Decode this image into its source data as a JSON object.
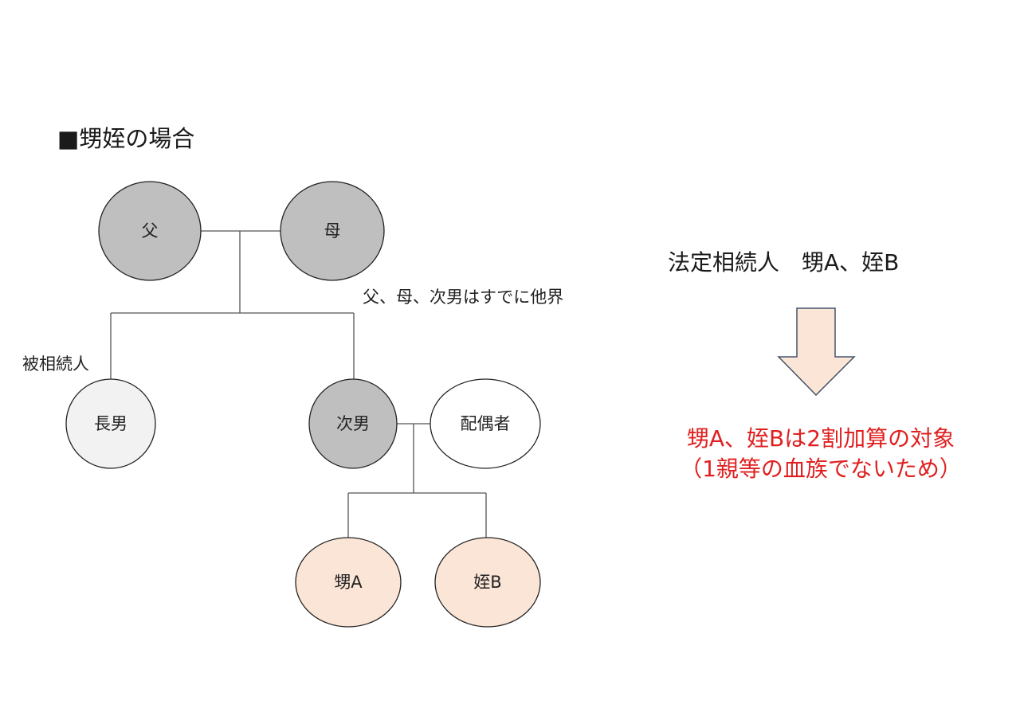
{
  "title": "■甥姪の場合",
  "note": "父、母、次男はすでに他界",
  "deceased_label": "被相続人",
  "nodes": {
    "father": "父",
    "mother": "母",
    "eldest_son": "長男",
    "second_son": "次男",
    "spouse": "配偶者",
    "nephew": "甥A",
    "niece": "姪B"
  },
  "heirs_text": "法定相続人　甥A、姪B",
  "conclusion": {
    "line1": "甥A、姪Bは2割加算の対象",
    "line2": "（1親等の血族でないため）"
  },
  "colors": {
    "deceased_fill": "#bfbfbf",
    "decedent_fill": "#f2f2f2",
    "spouse_fill": "#ffffff",
    "heir_fill": "#fbe5d6",
    "arrow_fill": "#fbe5d6",
    "arrow_stroke": "#44546a",
    "conclusion_text": "#e02020"
  }
}
